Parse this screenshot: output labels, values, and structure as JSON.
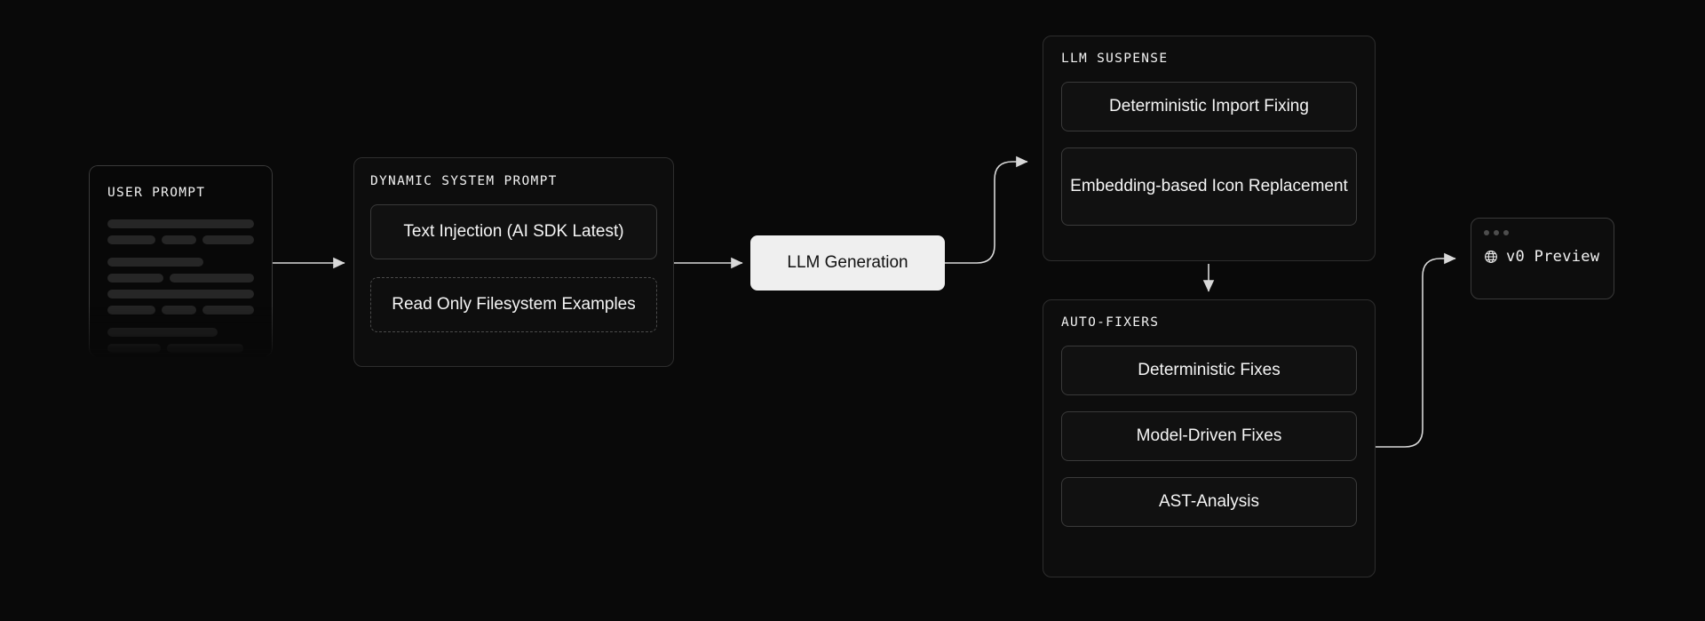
{
  "theme": {
    "page_background": "#090909",
    "panel_background": "#0d0d0d",
    "panel_border": "#2e2e2e",
    "box_border": "#3a3a3a",
    "dashed_border": "#4a4a4a",
    "text_primary": "#f2f2f2",
    "accent_box_background": "#efefef",
    "accent_box_text": "#111111",
    "connector_color": "#d8d8d8",
    "skeleton_color": "#262626"
  },
  "user_prompt": {
    "title": "USER PROMPT",
    "skeleton_groups": [
      {
        "rows": [
          [
            178
          ],
          [
            88,
            62,
            94
          ]
        ]
      },
      {
        "rows": [
          [
            108
          ],
          [
            94,
            140
          ],
          [
            178
          ],
          [
            88,
            62,
            94
          ]
        ]
      },
      {
        "rows": [
          [
            124
          ],
          [
            60,
            86
          ]
        ]
      }
    ]
  },
  "dynamic_system_prompt": {
    "title": "DYNAMIC SYSTEM PROMPT",
    "items": [
      {
        "label": "Text Injection (AI SDK Latest)",
        "style": "solid"
      },
      {
        "label": "Read Only Filesystem Examples",
        "style": "dashed"
      }
    ]
  },
  "llm_generation": {
    "label": "LLM Generation"
  },
  "llm_suspense": {
    "title": "LLM SUSPENSE",
    "items": [
      {
        "label": "Deterministic Import Fixing"
      },
      {
        "label": "Embedding-based Icon Replacement"
      }
    ]
  },
  "auto_fixers": {
    "title": "AUTO-FIXERS",
    "items": [
      {
        "label": "Deterministic Fixes"
      },
      {
        "label": "Model-Driven Fixes"
      },
      {
        "label": "AST-Analysis"
      }
    ]
  },
  "v0_preview": {
    "label": "v0 Preview",
    "icon": "globe-icon",
    "window_dots": 3
  },
  "connectors": [
    {
      "from": "user-prompt",
      "to": "dynamic-system-prompt",
      "kind": "arrow-right"
    },
    {
      "from": "dynamic-system-prompt",
      "to": "llm-generation",
      "kind": "arrow-right"
    },
    {
      "from": "llm-generation",
      "to": "llm-suspense",
      "kind": "curved-arrow-up-right"
    },
    {
      "from": "llm-suspense",
      "to": "auto-fixers",
      "kind": "arrow-down"
    },
    {
      "from": "auto-fixers",
      "to": "v0-preview",
      "kind": "curved-arrow-up-right"
    }
  ]
}
